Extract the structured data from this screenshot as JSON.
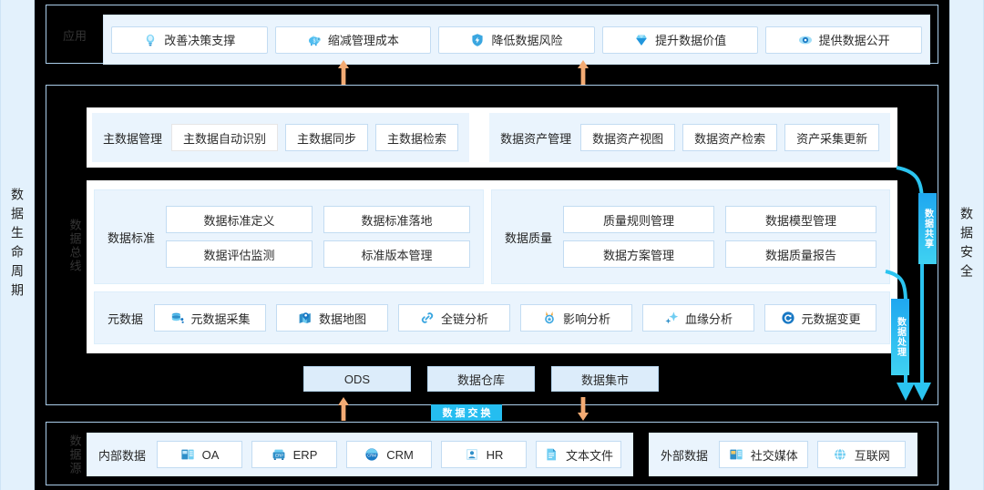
{
  "rails": {
    "left": {
      "label": "数据生命周期"
    },
    "right": {
      "label": "数据安全"
    }
  },
  "layers": {
    "application": {
      "label": "应用",
      "items": [
        {
          "label": "改善决策支撑",
          "icon": "lightbulb-icon"
        },
        {
          "label": "缩减管理成本",
          "icon": "piggy-bank-icon"
        },
        {
          "label": "降低数据风险",
          "icon": "shield-icon"
        },
        {
          "label": "提升数据价值",
          "icon": "diamond-icon"
        },
        {
          "label": "提供数据公开",
          "icon": "eye-icon"
        }
      ]
    },
    "bus": {
      "label": "数据总线",
      "master_data": {
        "title": "主数据管理",
        "items": [
          "主数据自动识别",
          "主数据同步",
          "主数据检索"
        ]
      },
      "data_asset": {
        "title": "数据资产管理",
        "items": [
          "数据资产视图",
          "数据资产检索",
          "资产采集更新"
        ]
      },
      "data_standard": {
        "title": "数据标准",
        "items": [
          "数据标准定义",
          "数据标准落地",
          "数据评估监测",
          "标准版本管理"
        ]
      },
      "data_quality": {
        "title": "数据质量",
        "items": [
          "质量规则管理",
          "数据模型管理",
          "数据方案管理",
          "数据质量报告"
        ]
      },
      "metadata": {
        "title": "元数据",
        "items": [
          {
            "label": "元数据采集",
            "icon": "database-collect-icon"
          },
          {
            "label": "数据地图",
            "icon": "map-pin-icon"
          },
          {
            "label": "全链分析",
            "icon": "link-chain-icon"
          },
          {
            "label": "影响分析",
            "icon": "medal-icon"
          },
          {
            "label": "血缘分析",
            "icon": "sparkle-icon"
          },
          {
            "label": "元数据变更",
            "icon": "refresh-circle-icon"
          }
        ]
      },
      "storage": [
        "ODS",
        "数据仓库",
        "数据集市"
      ]
    },
    "exchange": {
      "label": "数据交换"
    },
    "source": {
      "label": "数据源",
      "internal": {
        "title": "内部数据",
        "items": [
          {
            "label": "OA",
            "icon": "oa-icon"
          },
          {
            "label": "ERP",
            "icon": "erp-icon"
          },
          {
            "label": "CRM",
            "icon": "crm-icon"
          },
          {
            "label": "HR",
            "icon": "hr-icon"
          },
          {
            "label": "文本文件",
            "icon": "document-icon"
          }
        ]
      },
      "external": {
        "title": "外部数据",
        "items": [
          {
            "label": "社交媒体",
            "icon": "social-media-icon"
          },
          {
            "label": "互联网",
            "icon": "globe-icon"
          }
        ]
      }
    }
  },
  "flow_tags": [
    {
      "label": "数据共享"
    },
    {
      "label": "数据处理"
    }
  ],
  "colors": {
    "accent_cyan": "#25bdf0",
    "panel_blue": "#eaf4fd",
    "rail_blue": "#e3f1fc",
    "arrow_orange": "#f0a868",
    "background": "#000000"
  }
}
